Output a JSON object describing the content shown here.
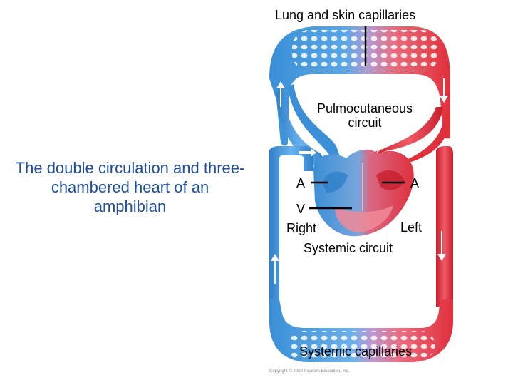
{
  "caption": "The double circulation and three-chambered heart of an amphibian",
  "labels": {
    "lung_skin_capillaries": "Lung and skin capillaries",
    "pulmocutaneous_line1": "Pulmocutaneous",
    "pulmocutaneous_line2": "circuit",
    "atrium_left_side": "A",
    "atrium_right_side": "A",
    "ventricle": "V",
    "left": "Left",
    "right": "Right",
    "systemic_circuit": "Systemic circuit",
    "systemic_capillaries": "Systemic capillaries"
  },
  "copyright": "Copyright © 2009 Pearson Education, Inc.",
  "colors": {
    "oxygen_poor": "#3a8fd6",
    "oxygen_rich": "#e0303c",
    "mixed": "#a98fc8",
    "caption_text": "#1f4e9c"
  }
}
